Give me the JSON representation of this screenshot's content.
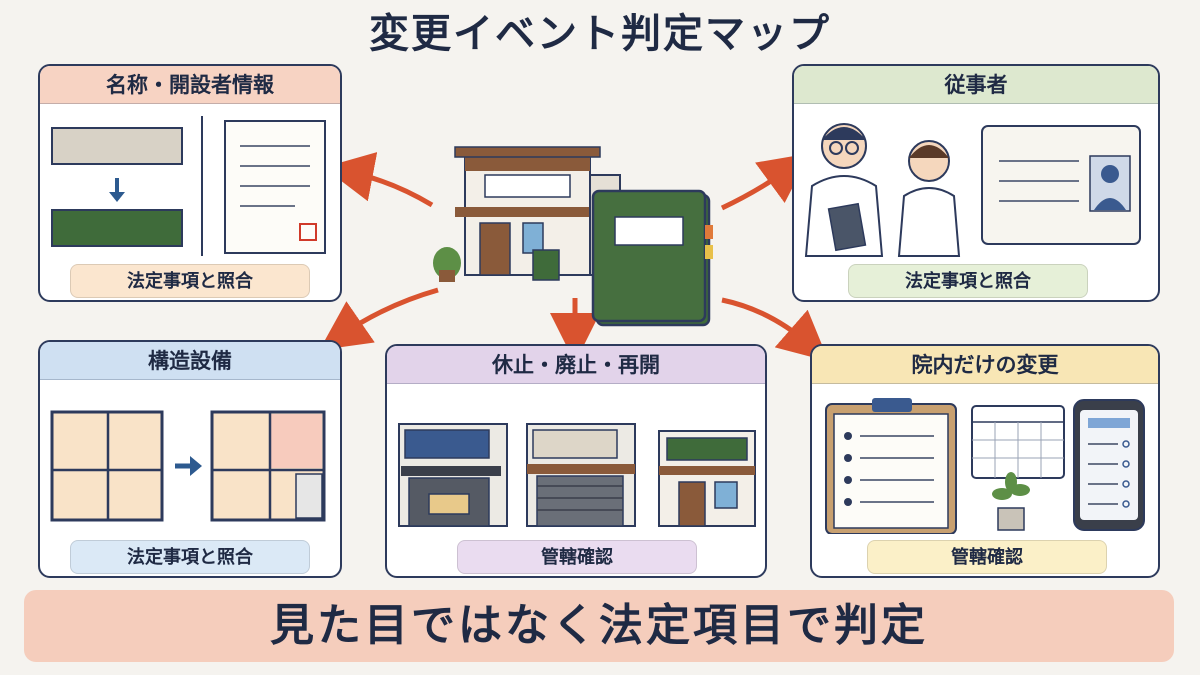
{
  "title": "変更イベント判定マップ",
  "cards": {
    "name_founder": {
      "heading": "名称・開設者情報",
      "pill": "法定事項と照合"
    },
    "staff": {
      "heading": "従事者",
      "pill": "法定事項と照合"
    },
    "structure": {
      "heading": "構造設備",
      "pill": "法定事項と照合"
    },
    "suspension": {
      "heading": "休止・廃止・再開",
      "pill": "管轄確認"
    },
    "internal": {
      "heading": "院内だけの変更",
      "pill": "管轄確認"
    }
  },
  "banner": "見た目ではなく法定項目で判定",
  "colors": {
    "arrow": "#d9532f",
    "head_name": "#f7d3c3",
    "head_staff": "#dde8cf",
    "head_structure": "#cfe0f2",
    "head_suspension": "#e2d3ea",
    "head_internal": "#f8e6b5",
    "navy": "#2d3a5c",
    "green": "#3f6b3a"
  },
  "icons": [
    "building-icon",
    "register-book-icon",
    "doctor-icon",
    "nurse-icon",
    "id-card-icon",
    "floor-plan-icon",
    "shop-icon",
    "clipboard-icon",
    "calendar-icon",
    "smartphone-icon",
    "plant-icon",
    "seal-stamp-icon"
  ]
}
